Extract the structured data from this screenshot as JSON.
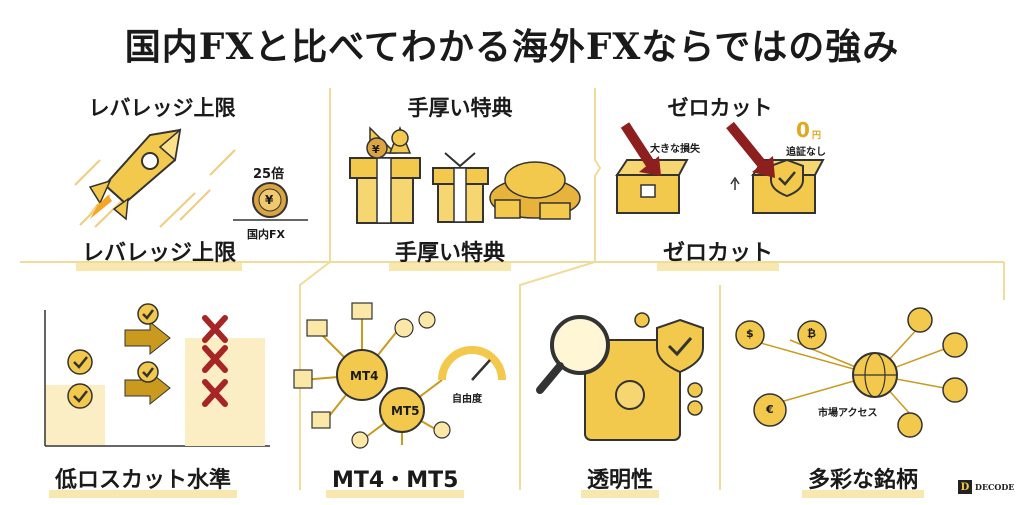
{
  "title": "国内FXと比べてわかる海外FXならではの強み",
  "panels": [
    {
      "top": "レバレッジ上限",
      "bottom": "レバレッジ上限",
      "ratio": "25倍",
      "compare": "国内FX",
      "coin": "¥"
    },
    {
      "top": "手厚い特典",
      "bottom": "手厚い特典",
      "coin": "¥"
    },
    {
      "top": "ゼロカット",
      "bottom": "ゼロカット",
      "loss": "大きな損失",
      "zero": "0",
      "zero_unit": "円",
      "no_margin": "追証なし"
    },
    {
      "bottom": "低ロスカット水準"
    },
    {
      "bottom": "MT4・MT5",
      "mt4": "MT4",
      "mt5": "MT5",
      "freedom": "自由度"
    },
    {
      "bottom": "透明性"
    },
    {
      "bottom": "多彩な銘柄",
      "market_access": "市場アクセス",
      "coins": [
        "$",
        "€",
        "₿"
      ]
    }
  ],
  "logo": "DECODE",
  "colors": {
    "gold": "#f2c94c",
    "gold_dark": "#c99a1d",
    "red": "#a62626",
    "line": "#f0dc9a"
  }
}
